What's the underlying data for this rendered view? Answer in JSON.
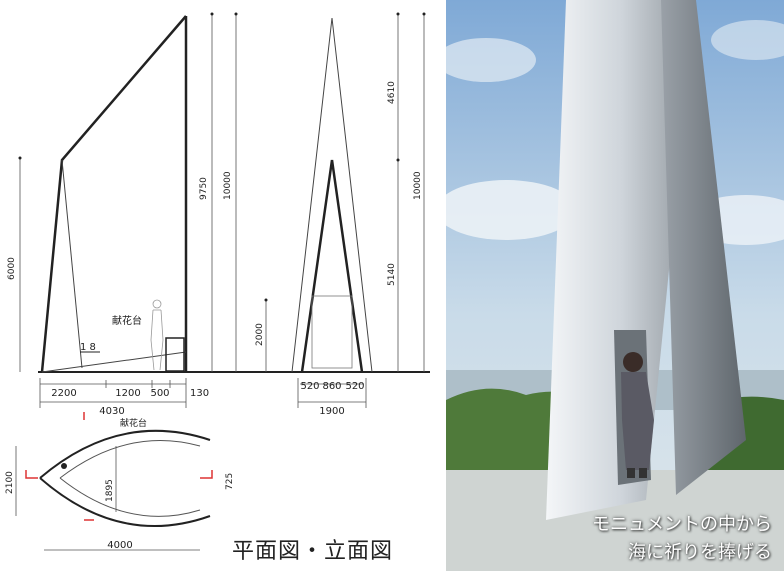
{
  "elevation_side": {
    "heights": [
      "6000",
      "9750",
      "10000"
    ],
    "dims_bottom": [
      "2200",
      "1200",
      "500",
      "130"
    ],
    "dim_total": "4030",
    "offering_label": "献花台",
    "slope_label": "1 8"
  },
  "elevation_front": {
    "heights": [
      "2000",
      "4610",
      "10000",
      "5140"
    ],
    "dims_bottom": [
      "520",
      "860",
      "520"
    ],
    "dim_total": "1900"
  },
  "plan": {
    "width": "4000",
    "depth": "2100",
    "inner": "1895",
    "side": "725",
    "offering_label": "献花台"
  },
  "captions": {
    "drawing": "平面図・立面図",
    "photo_line1": "モニュメントの中から",
    "photo_line2": "海に祈りを捧げる"
  }
}
